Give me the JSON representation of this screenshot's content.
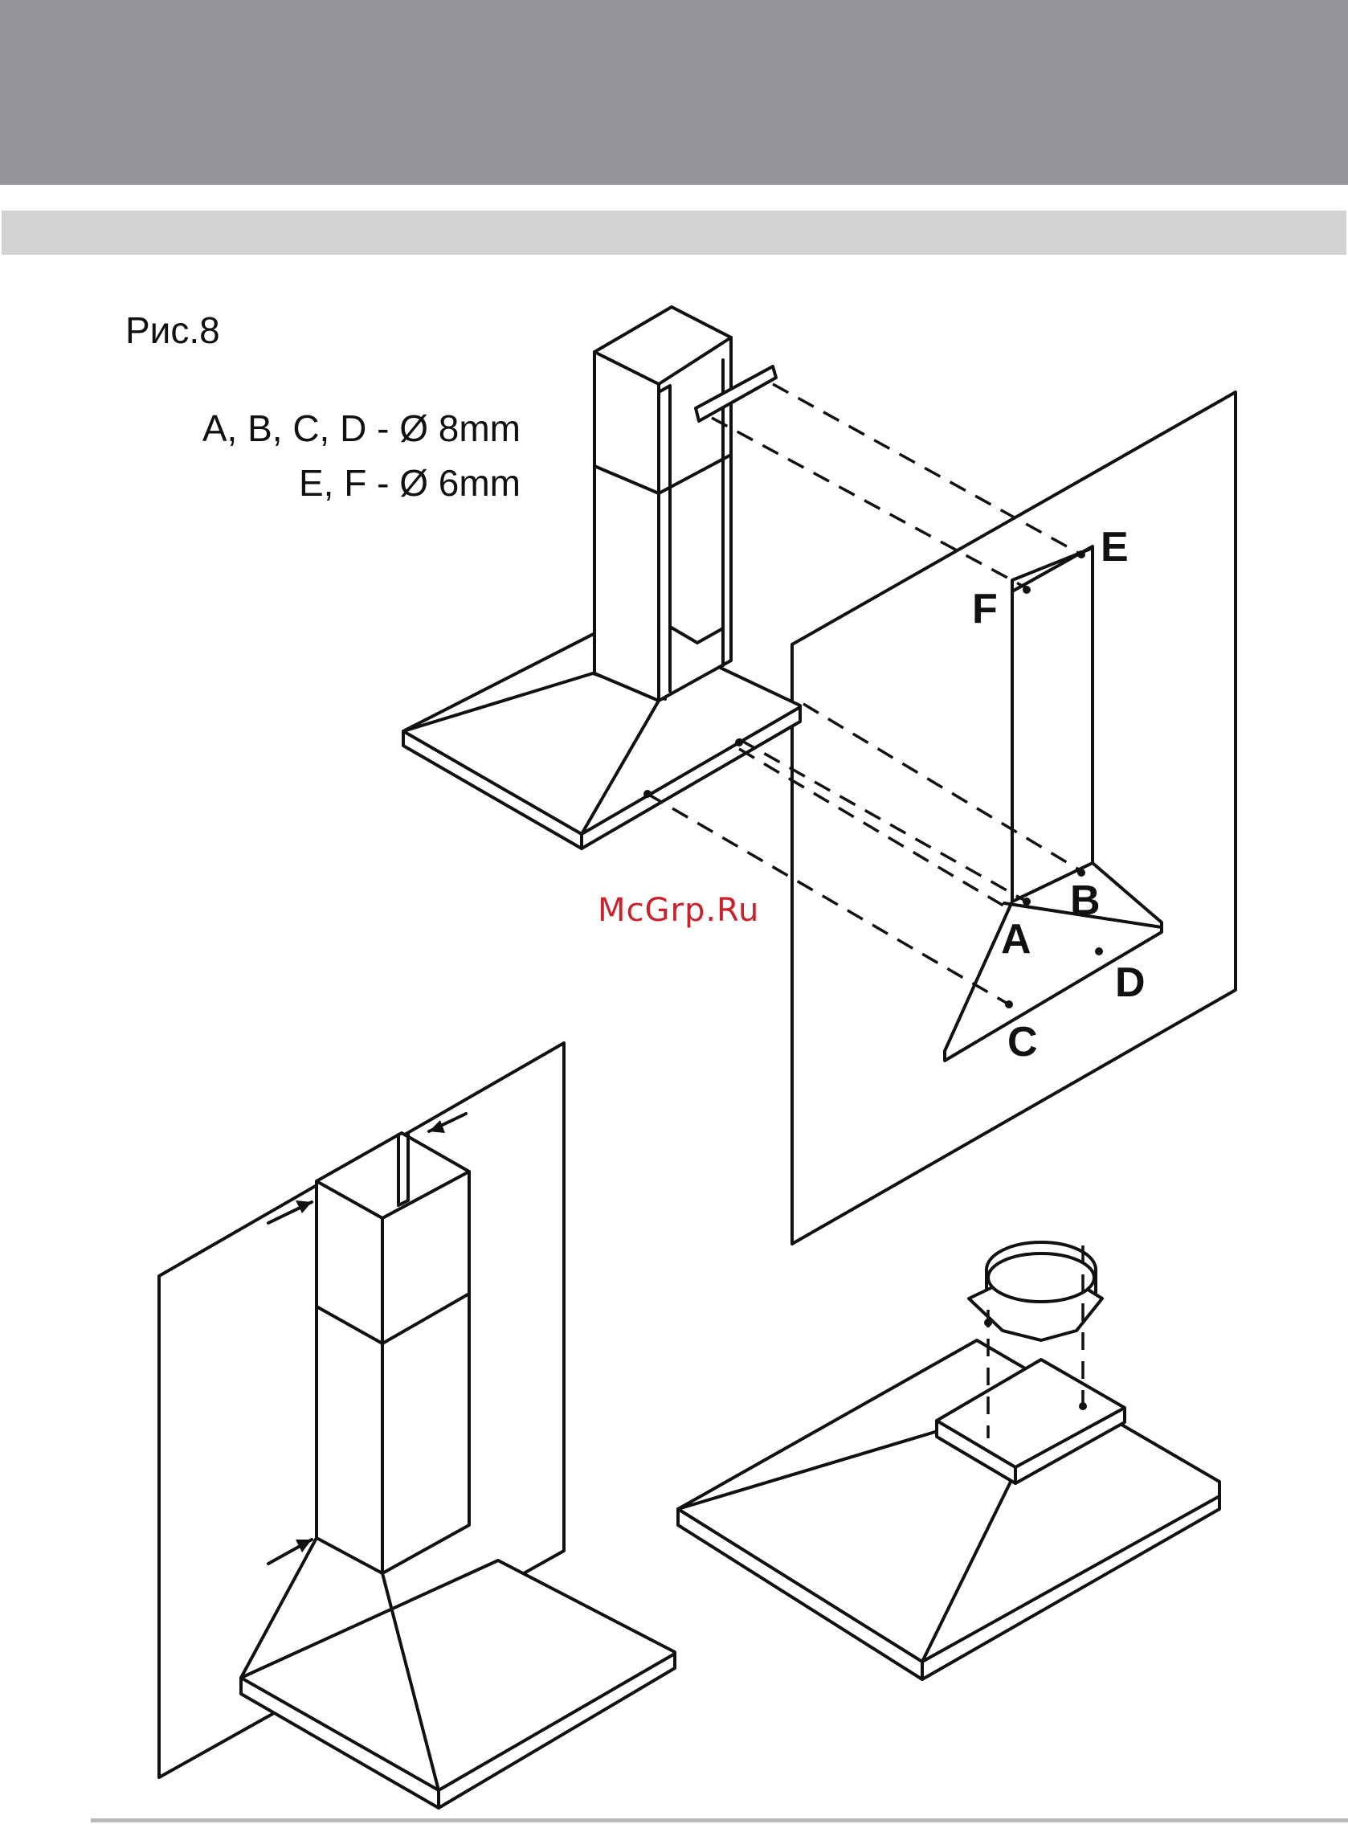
{
  "figure": {
    "label": "Рис.8",
    "specs": [
      "A, B, C, D - Ø 8mm",
      "E, F - Ø 6mm"
    ]
  },
  "points": {
    "A": "A",
    "B": "B",
    "C": "C",
    "D": "D",
    "E": "E",
    "F": "F"
  },
  "watermark": "McGrp.Ru"
}
